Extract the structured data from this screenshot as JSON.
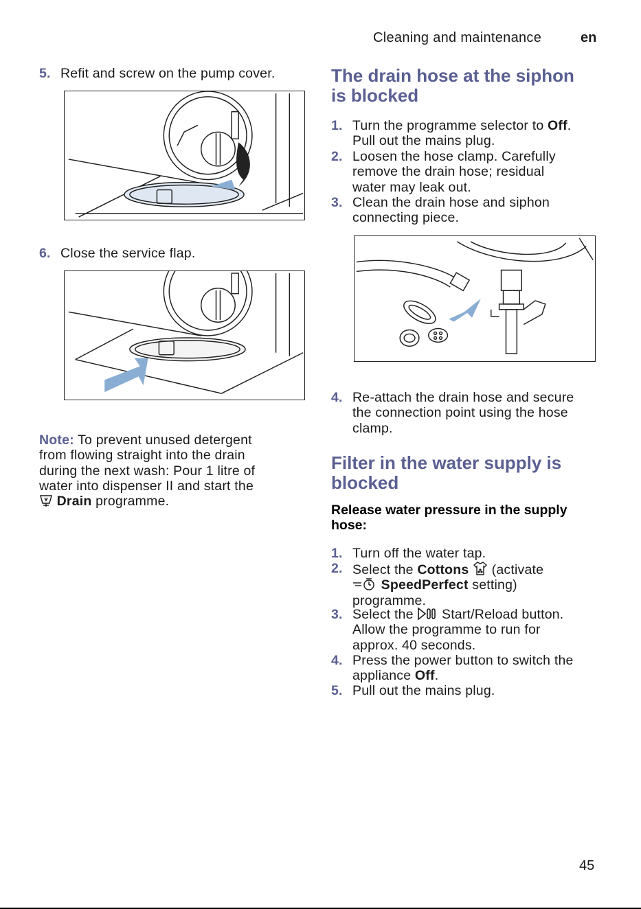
{
  "header": {
    "section": "Cleaning and maintenance",
    "lang": "en"
  },
  "left": {
    "step5": {
      "num": "5.",
      "text": "Refit and screw on the pump cover."
    },
    "step6": {
      "num": "6.",
      "text": "Close the service flap."
    },
    "note": {
      "label": "Note:",
      "lines": [
        "To prevent unused detergent",
        "from flowing straight into the drain",
        "during the next wash: Pour 1 litre of",
        "water into dispenser II and start the"
      ],
      "drain": "Drain",
      "after": "programme."
    }
  },
  "siphon": {
    "title_lines": [
      "The drain hose at the siphon",
      "is blocked"
    ],
    "steps": [
      {
        "num": "1.",
        "lines": [
          "Turn the programme selector to",
          "Pull out the mains plug."
        ],
        "bold": "Off",
        "end": "."
      },
      {
        "num": "2.",
        "lines": [
          "Loosen the hose clamp. Carefully",
          "remove the drain hose; residual",
          "water may leak out."
        ]
      },
      {
        "num": "3.",
        "lines": [
          "Clean the drain hose and siphon",
          "connecting piece."
        ]
      },
      {
        "num": "4.",
        "lines": [
          "Re-attach the drain hose and secure",
          "the connection point using the hose",
          "clamp."
        ]
      }
    ]
  },
  "filter": {
    "title_lines": [
      "Filter in the water supply is",
      "blocked"
    ],
    "subhead_lines": [
      "Release water pressure in the supply",
      "hose:"
    ],
    "steps": {
      "s1": {
        "num": "1.",
        "text": "Turn off the water tap."
      },
      "s2": {
        "num": "2.",
        "pre": "Select the",
        "cottons": "Cottons",
        "post": "(activate",
        "speed": "SpeedPerfect",
        "setting": "setting)",
        "line3": "programme."
      },
      "s3": {
        "num": "3.",
        "pre": "Select the",
        "post": "Start/Reload button.",
        "line2": "Allow the programme to run for",
        "line3": "approx. 40 seconds."
      },
      "s4": {
        "num": "4.",
        "line1": "Press the power button to switch the",
        "pre": "appliance",
        "bold": "Off",
        "end": "."
      },
      "s5": {
        "num": "5.",
        "text": "Pull out the mains plug."
      }
    }
  },
  "page_number": "45",
  "colors": {
    "accent": "#5a5f92",
    "arrow": "#8aaed3",
    "text": "#1a1a1a"
  }
}
